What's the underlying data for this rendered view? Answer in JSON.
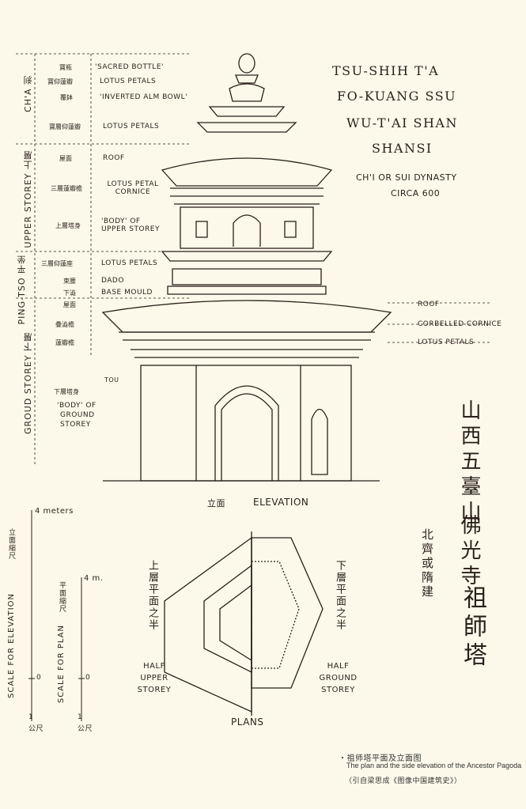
{
  "title": {
    "lines": [
      "TSU-SHIH T'A",
      "FO-KUANG SSU",
      "WU-T'AI SHAN",
      "SHANSI"
    ],
    "dynasty": "CH'I OR SUI DYNASTY",
    "date": "CIRCA 600"
  },
  "sections": {
    "cha_cn": "刹",
    "cha": "CH'A",
    "upper_cn": "上層",
    "upper": "UPPER STOREY",
    "pingtso_cn": "平坐",
    "pingtso": "PING-TSO",
    "ground_cn": "下層",
    "ground": "GROUD STOREY"
  },
  "parts": [
    {
      "cn": "寶瓶",
      "en": "'SACRED BOTTLE'"
    },
    {
      "cn": "寶仰蓮瓣",
      "en": "LOTUS PETALS"
    },
    {
      "cn": "覆鉢",
      "en": "'INVERTED ALM BOWL'"
    },
    {
      "cn": "寶層仰蓮瓣",
      "en": "LOTUS PETALS"
    },
    {
      "cn": "屋面",
      "en": "ROOF"
    },
    {
      "cn": "三層蓮瓣檐",
      "en": "LOTUS PETAL CORNICE"
    },
    {
      "cn": "上層塔身",
      "en": "'BODY' OF UPPER STOREY"
    },
    {
      "cn": "三層仰蓮座",
      "en": "LOTUS PETALS"
    },
    {
      "cn": "束腰",
      "en": "DADO"
    },
    {
      "cn": "下澁",
      "en": "BASE MOULD"
    }
  ],
  "ground_parts": [
    {
      "cn": "屋面",
      "en": "ROOF"
    },
    {
      "cn": "疊澁檐",
      "en": "CORBELLED CORNICE"
    },
    {
      "cn": "蓮瓣檐",
      "en": "LOTUS PETALS"
    }
  ],
  "ground_body": {
    "cn": "下層塔身",
    "en1": "'BODY' OF",
    "en2": "GROUND",
    "en3": "STOREY"
  },
  "tou": "TOU",
  "elevation": {
    "cn": "立面",
    "en": "ELEVATION"
  },
  "chinese_title": {
    "col1": "山西五臺山",
    "col2": "佛光寺",
    "col3": "祖師塔",
    "sub": "北齊或隋建"
  },
  "scale_elev": {
    "top": "4 meters",
    "cn": "立面縮尺",
    "label": "SCALE FOR ELEVATION",
    "zero": "0",
    "one": "1",
    "unit": "公尺"
  },
  "scale_plan": {
    "top": "4 m.",
    "cn": "平面縮尺",
    "label": "SCALE FOR PLAN",
    "zero": "0",
    "one": "1",
    "unit": "公尺"
  },
  "plans": {
    "upper_cn": "上層平面之半",
    "ground_cn": "下層平面之半",
    "upper": "HALF UPPER STOREY",
    "ground": "HALF GROUND STOREY",
    "title": "PLANS"
  },
  "caption": {
    "cn": "・祖师塔平面及立面图",
    "en": "The plan and the side elevation of the Ancestor Pagoda",
    "source": "（引自梁思成《图像中国建筑史》）"
  }
}
